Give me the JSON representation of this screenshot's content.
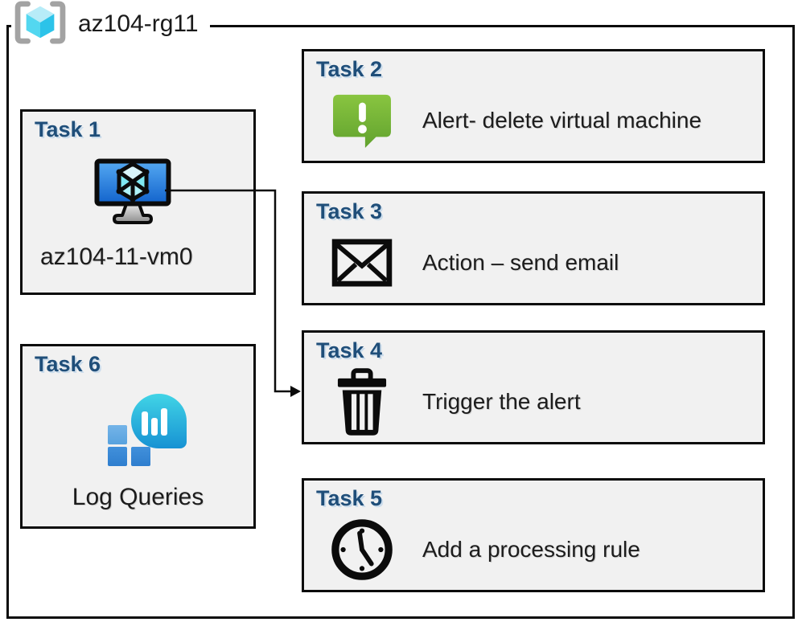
{
  "header": {
    "resource_group_name": "az104-rg11",
    "icon": "resource-group-icon"
  },
  "tasks": [
    {
      "title": "Task 1",
      "label": "az104-11-vm0",
      "icon": "virtual-machine-icon"
    },
    {
      "title": "Task 2",
      "label": "Alert- delete virtual machine",
      "icon": "alert-message-icon"
    },
    {
      "title": "Task 3",
      "label": "Action – send email",
      "icon": "email-envelope-icon"
    },
    {
      "title": "Task 4",
      "label": "Trigger the alert",
      "icon": "trash-delete-icon"
    },
    {
      "title": "Task 5",
      "label": "Add a processing rule",
      "icon": "clock-icon"
    },
    {
      "title": "Task 6",
      "label": "Log Queries",
      "icon": "log-queries-icon"
    }
  ],
  "connection": {
    "from": "Task 1",
    "to": "Task 4"
  },
  "colors": {
    "task_title": "#1F4E79",
    "box_background": "#F1F1F1",
    "border": "#0B0B0B",
    "alert_green_top": "#89C540",
    "alert_green_bottom": "#61A22E",
    "vm_screen_top": "#55A9F2",
    "vm_screen_bottom": "#1263CC",
    "azure_cyan": "#2CC3E9",
    "log_teal_top": "#41D4E6",
    "log_teal_bottom": "#1792D3",
    "log_square_blue": "#3186D6"
  }
}
